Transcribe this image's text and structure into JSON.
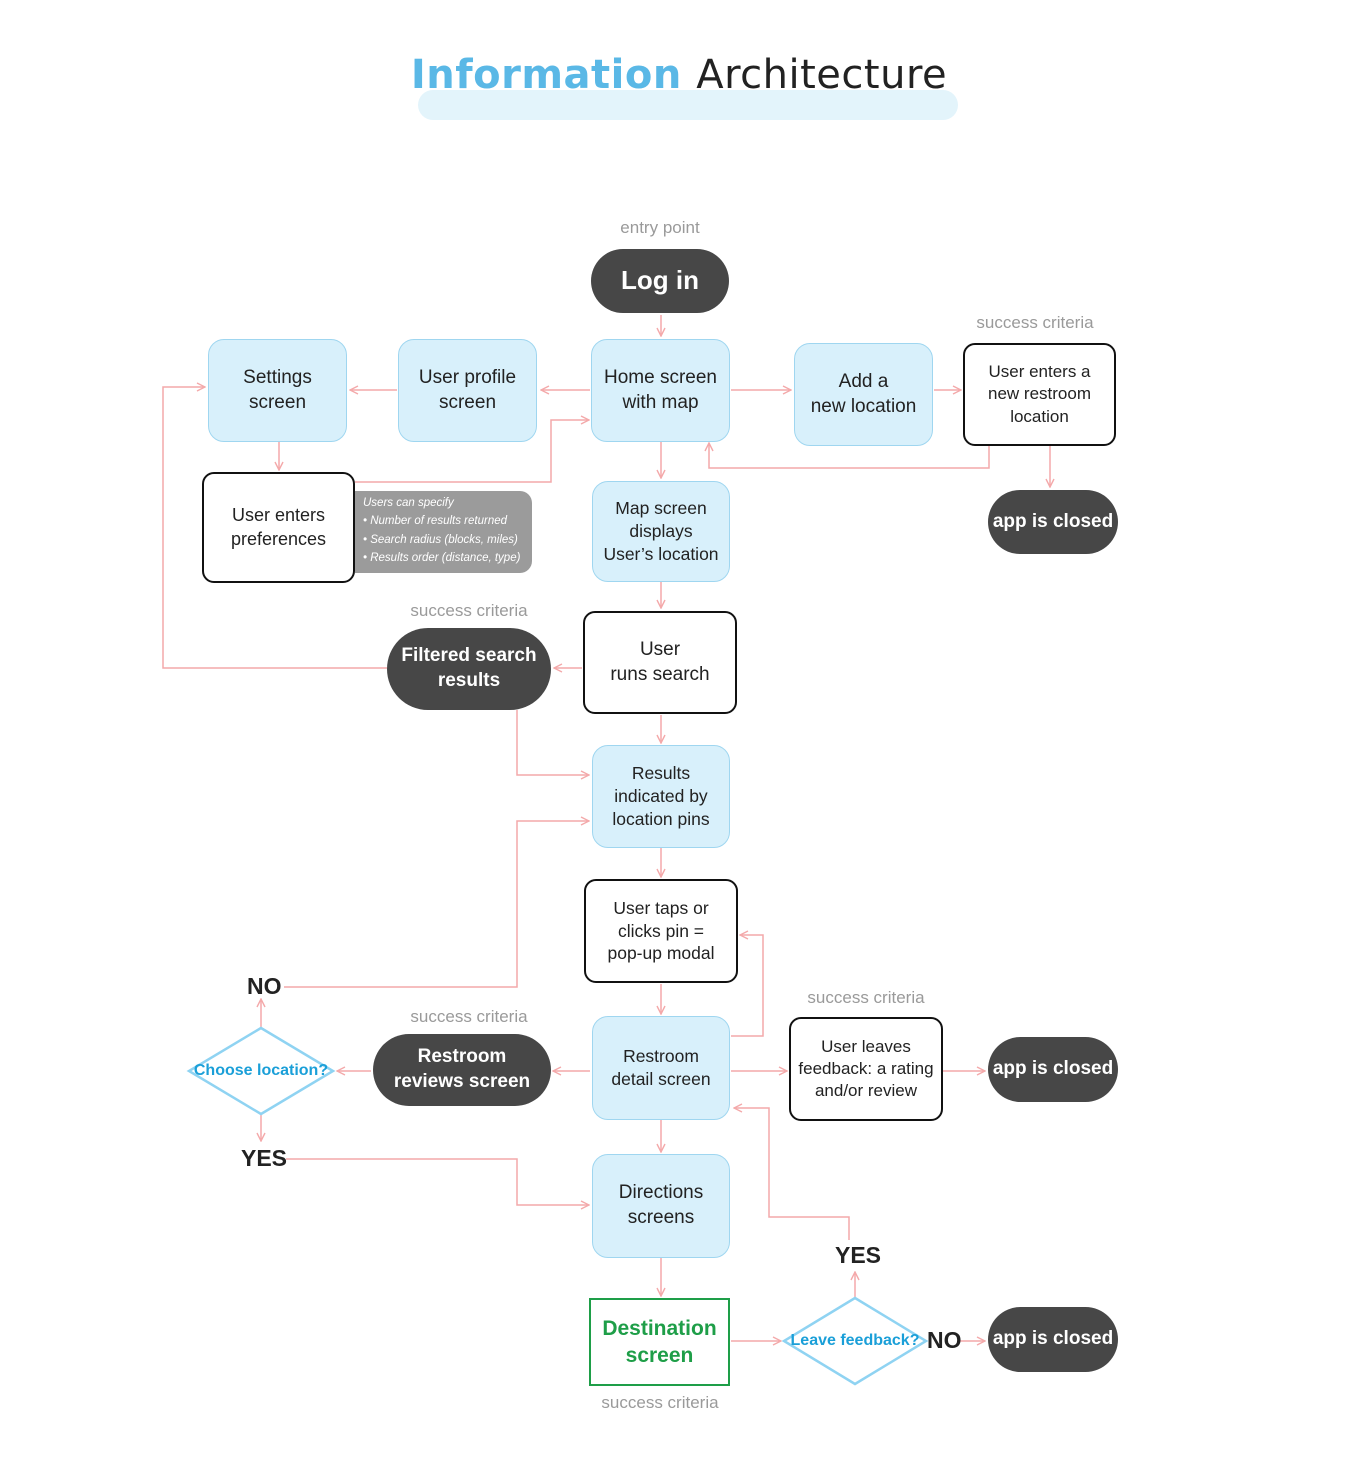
{
  "title": {
    "highlight": "Information",
    "rest": "Architecture"
  },
  "captions": {
    "entry_point": "entry point",
    "success_criteria": "success criteria"
  },
  "nodes": {
    "log_in": "Log in",
    "home": "Home screen\nwith map",
    "user_profile": "User profile\nscreen",
    "settings": "Settings\nscreen",
    "add_location": "Add a\nnew location",
    "user_enters_restroom": "User enters a\nnew restroom\nlocation",
    "app_closed": "app is closed",
    "user_preferences": "User enters\npreferences",
    "map_screen": "Map screen\ndisplays\nUser’s location",
    "runs_search": "User\nruns search",
    "filtered_results": "Filtered search\nresults",
    "results_pins": "Results\nindicated by\nlocation pins",
    "taps_pin": "User taps or\nclicks pin =\npop-up modal",
    "restroom_detail": "Restroom\ndetail screen",
    "reviews": "Restroom\nreviews screen",
    "feedback": "User leaves\nfeedback: a rating\nand/or review",
    "directions": "Directions\nscreens",
    "destination": "Destination\nscreen"
  },
  "preferences_note": "Users can specify\n• Number of results returned\n• Search radius (blocks, miles)\n• Results order (distance, type)",
  "decisions": {
    "choose_location": "Choose location?",
    "leave_feedback": "Leave feedback?"
  },
  "branch_labels": {
    "yes": "YES",
    "no": "NO"
  },
  "colors": {
    "arrow": "#f4a9aa",
    "screen_fill": "#d8f0fb",
    "screen_border": "#9fd6f0",
    "terminal": "#474747",
    "decision": "#1a9fd8",
    "destination": "#1e9e48"
  }
}
